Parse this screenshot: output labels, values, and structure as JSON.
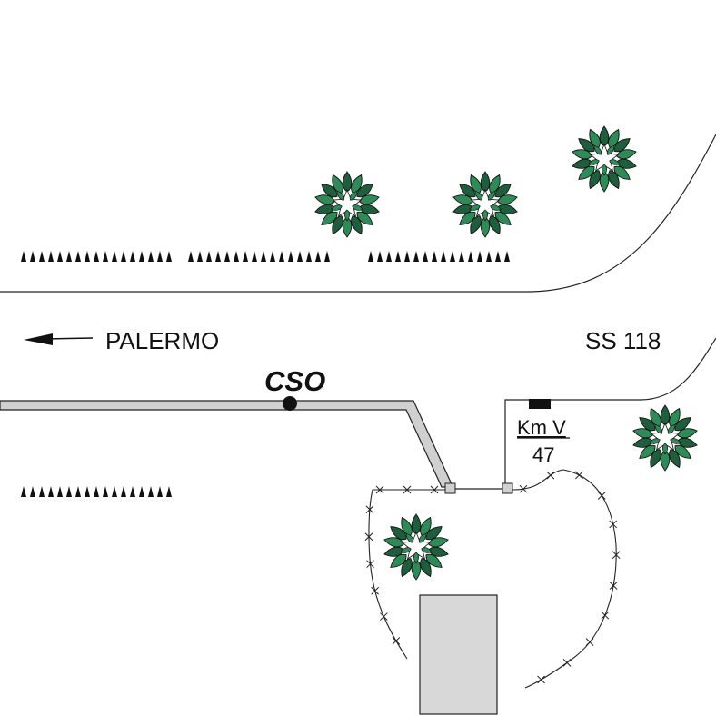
{
  "labels": {
    "palermo": "PALERMO",
    "road": "SS 118",
    "station": "CSO",
    "km_marker": "Km V",
    "km_number": "47"
  },
  "icons": {
    "direction": "arrow-left-icon",
    "tree": "tree-icon",
    "vegetation": "grass-tuft-icon",
    "fence": "barbed-wire-fence-icon",
    "station": "station-dot-icon",
    "building": "building-rect"
  },
  "colors": {
    "tree_leaf": "#2e8b57",
    "tree_leaf_dark": "#1f5e3c",
    "pipe_fill": "#d0d0d0",
    "building_fill": "#d8d8d8",
    "line": "#222222"
  }
}
